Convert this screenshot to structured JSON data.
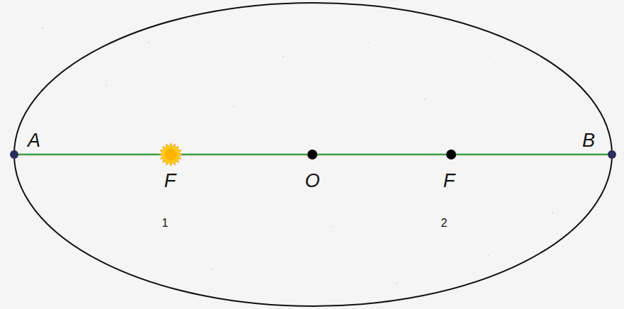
{
  "diagram": {
    "labels": [
      "A",
      "B",
      "F",
      "O",
      "F",
      "1",
      "2"
    ]
  }
}
